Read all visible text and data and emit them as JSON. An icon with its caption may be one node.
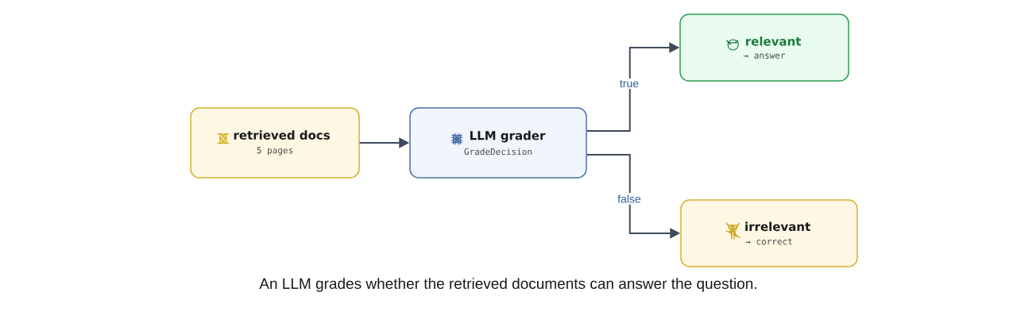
{
  "diagram": {
    "caption": "An LLM grades whether the retrieved documents can answer the question.",
    "nodes": [
      {
        "text": [
          "retrieved docs",
          "5 pages"
        ]
      },
      {
        "text": [
          "LLM grader",
          "GradeDecision"
        ]
      },
      {
        "text": [
          "relevant",
          "→ answer"
        ]
      },
      {
        "text": [
          "irrelevant",
          "→ correct"
        ]
      }
    ],
    "edges": [
      {
        "from": 0,
        "to": 1,
        "arrow": "to"
      },
      {
        "from": 1,
        "to": 2,
        "arrow": "to",
        "label": "true"
      },
      {
        "from": 1,
        "to": 3,
        "arrow": "to",
        "label": "false"
      }
    ]
  }
}
